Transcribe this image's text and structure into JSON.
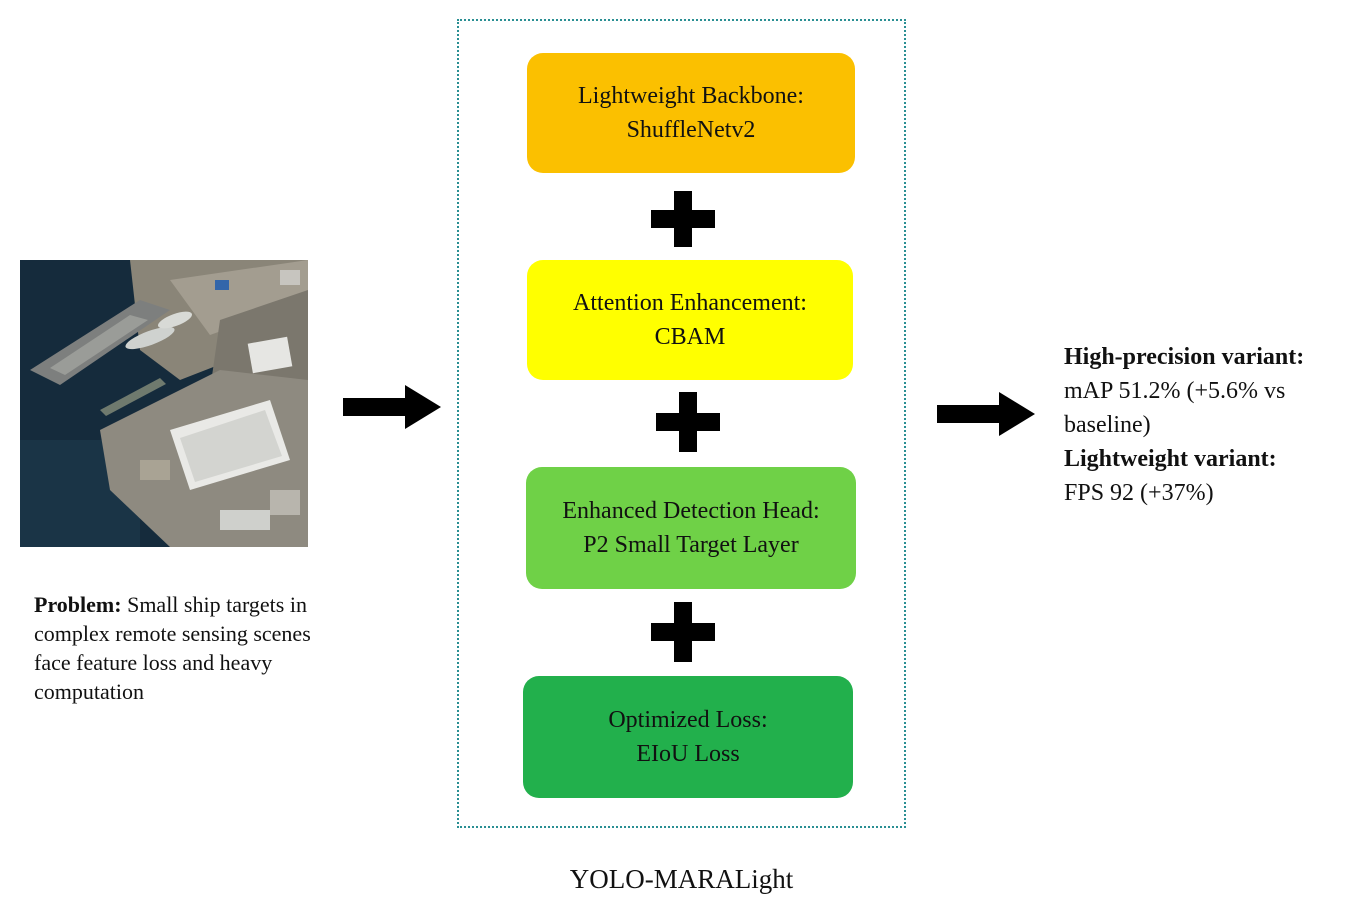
{
  "problem": {
    "label": "Problem:",
    "text": " Small ship targets in complex remote sensing scenes face feature loss and heavy computation"
  },
  "modules": [
    {
      "title": "Lightweight Backbone:",
      "detail": "ShuffleNetv2",
      "color": "#fbc000"
    },
    {
      "title": "Attention Enhancement:",
      "detail": "CBAM",
      "color": "#ffff00"
    },
    {
      "title": "Enhanced Detection Head:",
      "detail": "P2 Small Target Layer",
      "color": "#6fd147"
    },
    {
      "title": "Optimized Loss:",
      "detail": "EIoU Loss",
      "color": "#22b04c"
    }
  ],
  "model_name": "YOLO-MARALight",
  "results": {
    "high_precision_label": "High-precision variant:",
    "high_precision_value": "mAP 51.2% (+5.6% vs baseline)",
    "lightweight_label": "Lightweight variant:",
    "lightweight_value": "FPS 92 (+37%)"
  },
  "icons": {
    "input_image": "satellite-harbor-image",
    "connector": "plus-icon",
    "flow": "right-arrow-icon"
  },
  "colors": {
    "container_border": "#2a8f93",
    "arrow": "#000000"
  }
}
